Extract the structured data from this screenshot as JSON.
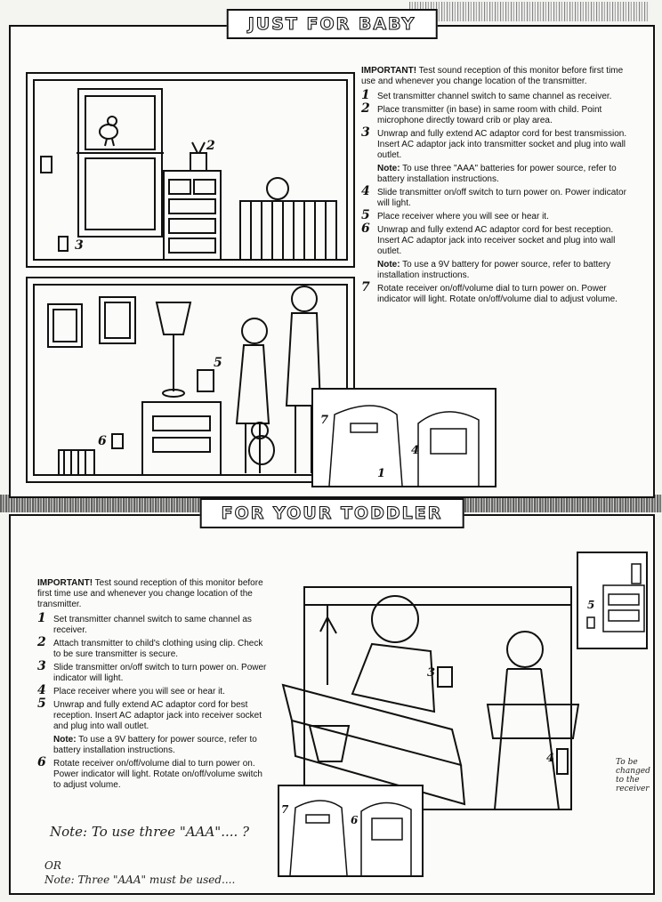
{
  "baby": {
    "title": "JUST FOR BABY",
    "important_label": "IMPORTANT!",
    "important_text": "Test sound reception of this monitor before first time use and whenever you change location of the transmitter.",
    "steps": [
      {
        "n": "1",
        "text": "Set transmitter channel switch to same channel as receiver."
      },
      {
        "n": "2",
        "text": "Place transmitter (in base) in same room with child. Point microphone directly toward crib or play area."
      },
      {
        "n": "3",
        "text": "Unwrap and fully extend AC adaptor cord for best transmission. Insert AC adaptor jack into transmitter socket and plug into wall outlet.",
        "note_label": "Note:",
        "note": "To use three \"AAA\" batteries for power source, refer to battery installation instructions."
      },
      {
        "n": "4",
        "text": "Slide transmitter on/off switch to turn power on. Power indicator will light."
      },
      {
        "n": "5",
        "text": "Place receiver where you will see or hear it."
      },
      {
        "n": "6",
        "text": "Unwrap and fully extend AC adaptor cord for best reception. Insert AC adaptor jack into receiver socket and plug into wall outlet.",
        "note_label": "Note:",
        "note": "To use a 9V battery for power source, refer to battery installation instructions."
      },
      {
        "n": "7",
        "text": "Rotate receiver on/off/volume dial to turn power on. Power indicator will light. Rotate on/off/volume dial to adjust volume."
      }
    ],
    "callouts": [
      "2",
      "3",
      "5",
      "6",
      "7",
      "4",
      "1"
    ]
  },
  "toddler": {
    "title": "FOR YOUR TODDLER",
    "important_label": "IMPORTANT!",
    "important_text": "Test sound reception of this monitor before first time use and whenever you change location of the transmitter.",
    "steps": [
      {
        "n": "1",
        "text": "Set transmitter channel switch to same channel as receiver."
      },
      {
        "n": "2",
        "text": "Attach transmitter to child's clothing using clip. Check to be sure transmitter is secure."
      },
      {
        "n": "3",
        "text": "Slide transmitter on/off switch to turn power on. Power indicator will light."
      },
      {
        "n": "4",
        "text": "Place receiver where you will see or hear it."
      },
      {
        "n": "5",
        "text": "Unwrap and fully extend AC adaptor cord for best reception. Insert AC adaptor jack into receiver socket and plug into wall outlet.",
        "note_label": "Note:",
        "note": "To use a 9V battery for power source, refer to battery installation instructions."
      },
      {
        "n": "6",
        "text": "Rotate receiver on/off/volume dial to turn power on. Power indicator will light. Rotate on/off/volume switch to adjust volume."
      }
    ],
    "callouts": [
      "5",
      "3",
      "4",
      "7",
      "6"
    ]
  },
  "handwritten": {
    "note1": "Note: To use three \"AAA\".... ?",
    "or": "OR",
    "note2": "Note: Three \"AAA\" must be used....",
    "side": "To be changed to the receiver"
  }
}
